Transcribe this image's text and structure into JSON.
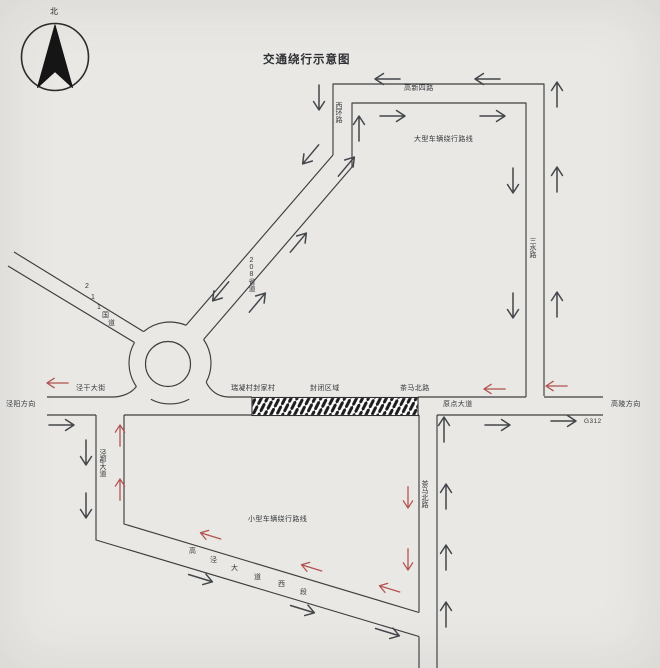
{
  "title": "交通绕行示意图",
  "compass": {
    "north_label": "北"
  },
  "colors": {
    "background": "#e9e8e5",
    "road_line": "#3e3e3e",
    "black_arrow": "#43464a",
    "red_arrow": "#b2524e",
    "text": "#35373a"
  },
  "roads": {
    "gaoxin_4th_rd": "高新四路",
    "xihuan_rd": "西环路",
    "sanshui_rd": "三水路",
    "s208_provincial": "208省道",
    "g211_national": [
      "2",
      "1",
      "1",
      "国",
      "道"
    ],
    "jinggan_street": "泾干大街",
    "jingjun_avenue": "泾郡大道",
    "chama_north_rd": "茶马北路",
    "yuandian_avenue": "原点大道",
    "gaojing_ave_west": [
      "高",
      "泾",
      "大",
      "道",
      "西",
      "段"
    ],
    "g312_label": "G312"
  },
  "labels": {
    "large_vehicle_route": "大型车辆绕行路线",
    "small_vehicle_route": "小型车辆绕行路线",
    "closed_area": "封闭区域",
    "villages": "瑞凝村封家村",
    "dir_jingyang": "泾阳方向",
    "dir_gaoling": "高陵方向"
  }
}
